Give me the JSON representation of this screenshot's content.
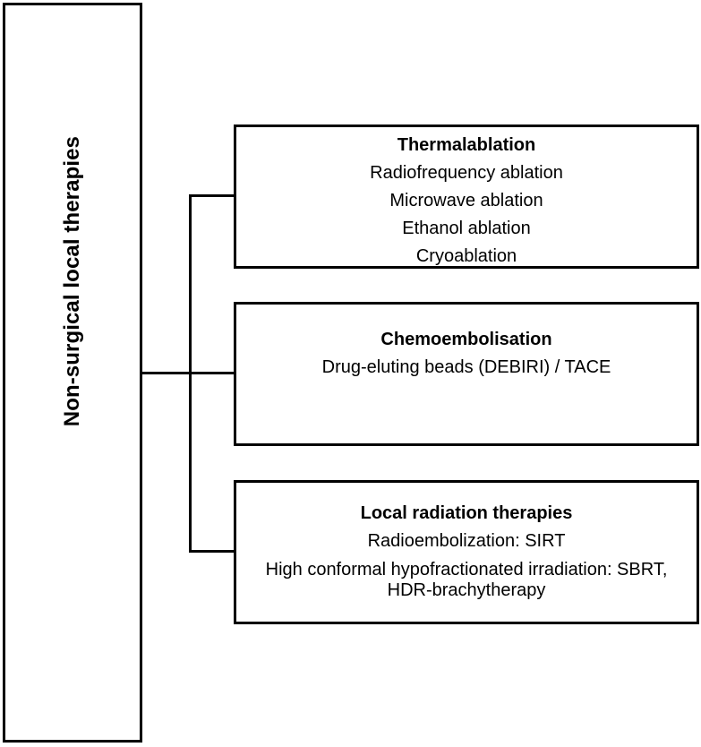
{
  "diagram": {
    "type": "hierarchy-tree",
    "orientation": "left-to-right",
    "root": {
      "label": "Non-surgical local therapies",
      "bold": true,
      "rotated": true
    },
    "branches": [
      {
        "id": "thermalablation",
        "title": "Thermalablation",
        "items": [
          "Radiofrequency ablation",
          "Microwave ablation",
          "Ethanol ablation",
          "Cryoablation"
        ]
      },
      {
        "id": "chemoembolisation",
        "title": "Chemoembolisation",
        "items": [
          "Drug-eluting beads (DEBIRI) / TACE"
        ]
      },
      {
        "id": "radiation",
        "title": "Local radiation therapies",
        "items": [
          "Radioembolization: SIRT",
          "High conformal hypofractionated irradiation: SBRT, HDR-brachytherapy"
        ]
      }
    ],
    "style": {
      "line_color": "#000000",
      "box_border_color": "#000000",
      "box_fill": "#ffffff",
      "background": "#ffffff",
      "text_color": "#000000"
    }
  }
}
